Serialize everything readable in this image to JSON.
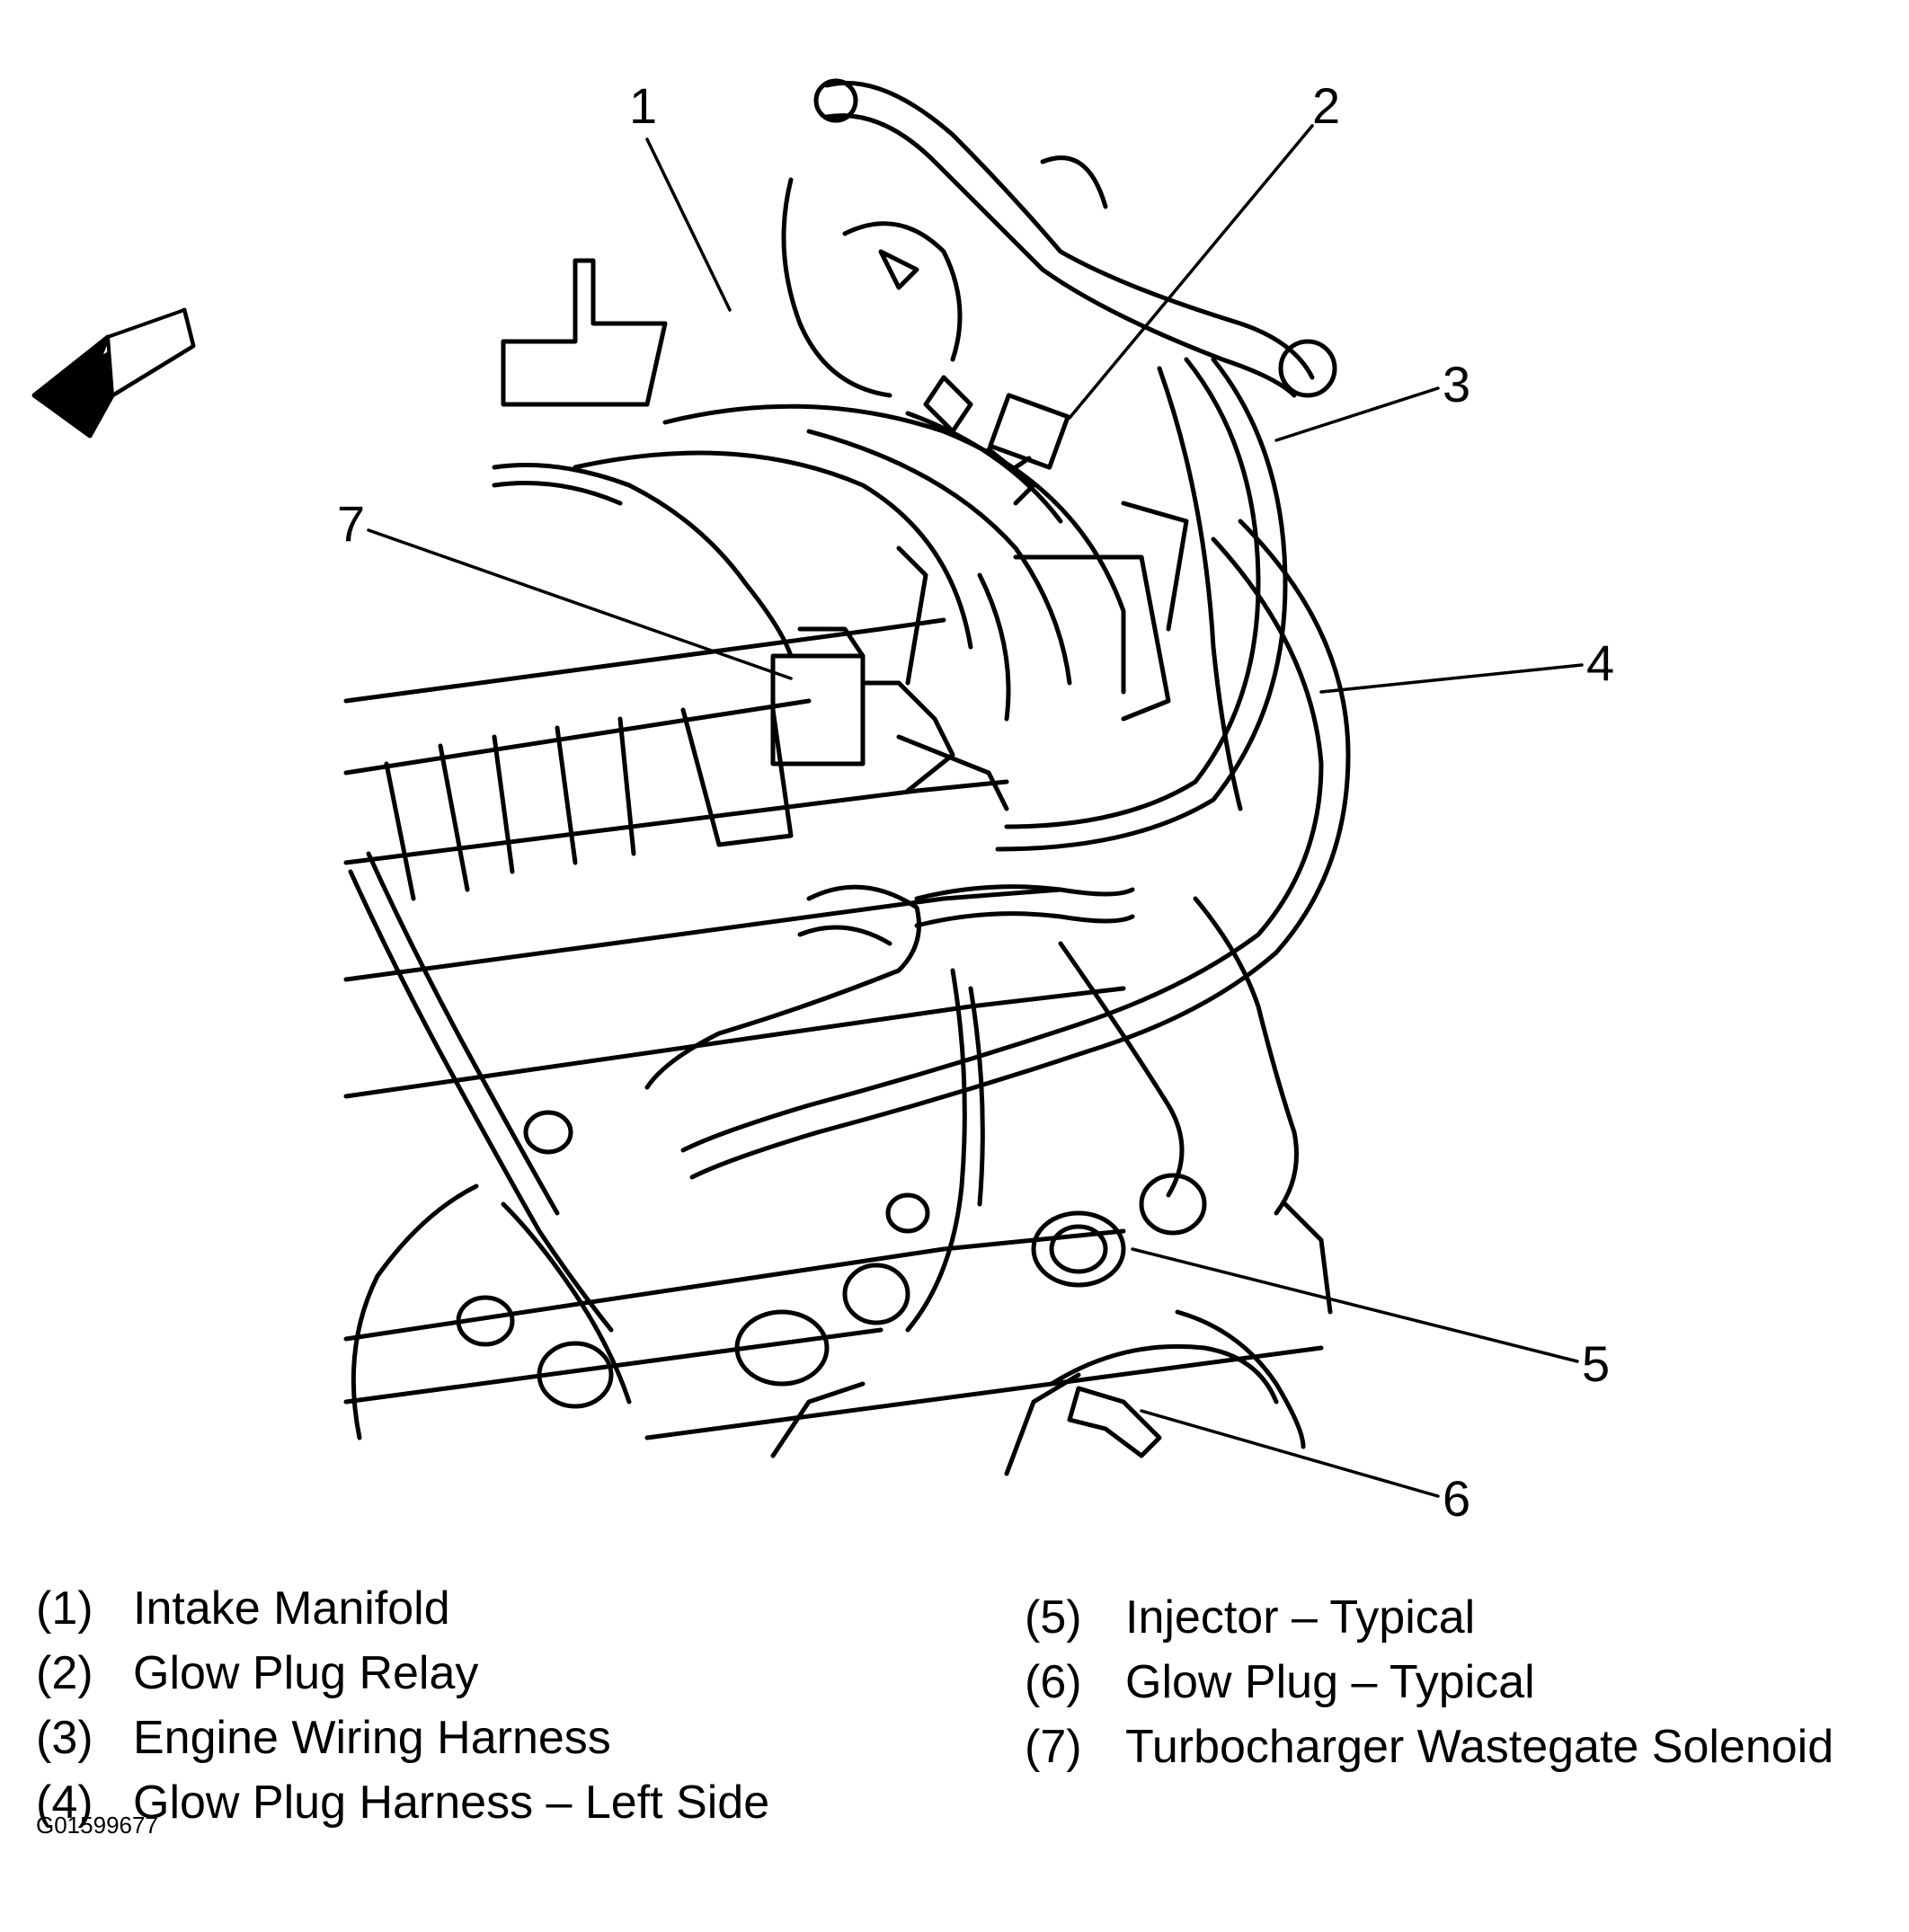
{
  "callouts": [
    "1",
    "2",
    "3",
    "4",
    "5",
    "6",
    "7"
  ],
  "legend_left": [
    {
      "num": "(1)",
      "text": "Intake Manifold"
    },
    {
      "num": "(2)",
      "text": "Glow Plug Relay"
    },
    {
      "num": "(3)",
      "text": "Engine Wiring Harness"
    },
    {
      "num": "(4)",
      "text": "Glow Plug Harness – Left Side"
    }
  ],
  "legend_right": [
    {
      "num": "(5)",
      "text": "Injector – Typical"
    },
    {
      "num": "(6)",
      "text": "Glow Plug – Typical"
    },
    {
      "num": "(7)",
      "text": "Turbocharger Wastegate Solenoid"
    }
  ],
  "figure_id": "G01599677",
  "colors": {
    "ink": "#000000",
    "paper": "#ffffff"
  },
  "icons": [
    "direction-arrow-icon"
  ]
}
